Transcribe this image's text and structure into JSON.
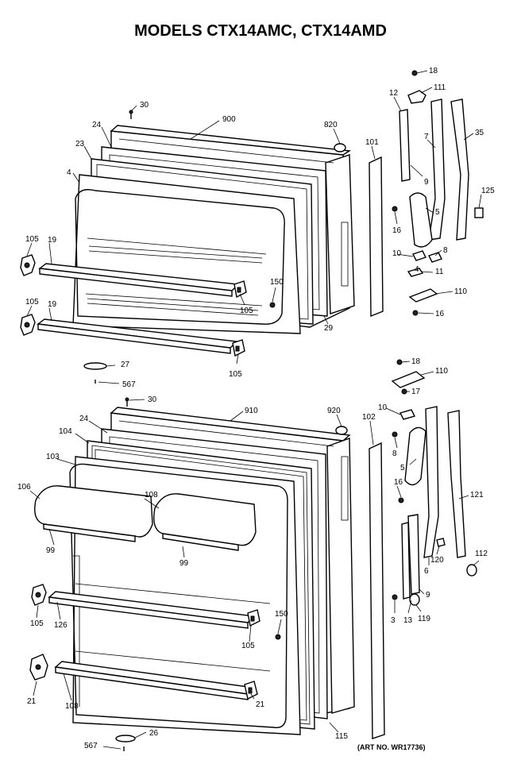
{
  "title": "MODELS CTX14AMC, CTX14AMD",
  "art_no": "(ART NO. WR17736)",
  "freezer_door_labels": {
    "l30": "30",
    "l900": "900",
    "l820": "820",
    "l24": "24",
    "l23": "23",
    "l4": "4",
    "l105a": "105",
    "l19a": "19",
    "l105b": "105",
    "l19b": "19",
    "l105c": "105",
    "l150": "150",
    "l105d": "105",
    "l29": "29",
    "l27": "27",
    "l567": "567",
    "l101": "101"
  },
  "freezer_hinge_labels": {
    "l18a": "18",
    "l111": "111",
    "l12": "12",
    "l7": "7",
    "l35": "35",
    "l9": "9",
    "l125": "125",
    "l5": "5",
    "l16a": "16",
    "l10": "10",
    "l8": "8",
    "l4": "4",
    "l11": "11",
    "l110": "110",
    "l16b": "16"
  },
  "fresh_food_labels": {
    "l30": "30",
    "l910": "910",
    "l920": "920",
    "l24": "24",
    "l104": "104",
    "l103": "103",
    "l106": "106",
    "l108": "108",
    "l99a": "99",
    "l99b": "99",
    "l105a": "105",
    "l126": "126",
    "l150": "150",
    "l105b": "105",
    "l21a": "21",
    "l108b": "108",
    "l21b": "21",
    "l115": "115",
    "l26": "26",
    "l567": "567",
    "l102": "102"
  },
  "fresh_hinge_labels": {
    "l18": "18",
    "l110": "110",
    "l17": "17",
    "l10": "10",
    "l8": "8",
    "l5": "5",
    "l16": "16",
    "l121": "121",
    "l120": "120",
    "l6": "6",
    "l112": "112",
    "l9": "9",
    "l3": "3",
    "l13": "13",
    "l119": "119"
  }
}
